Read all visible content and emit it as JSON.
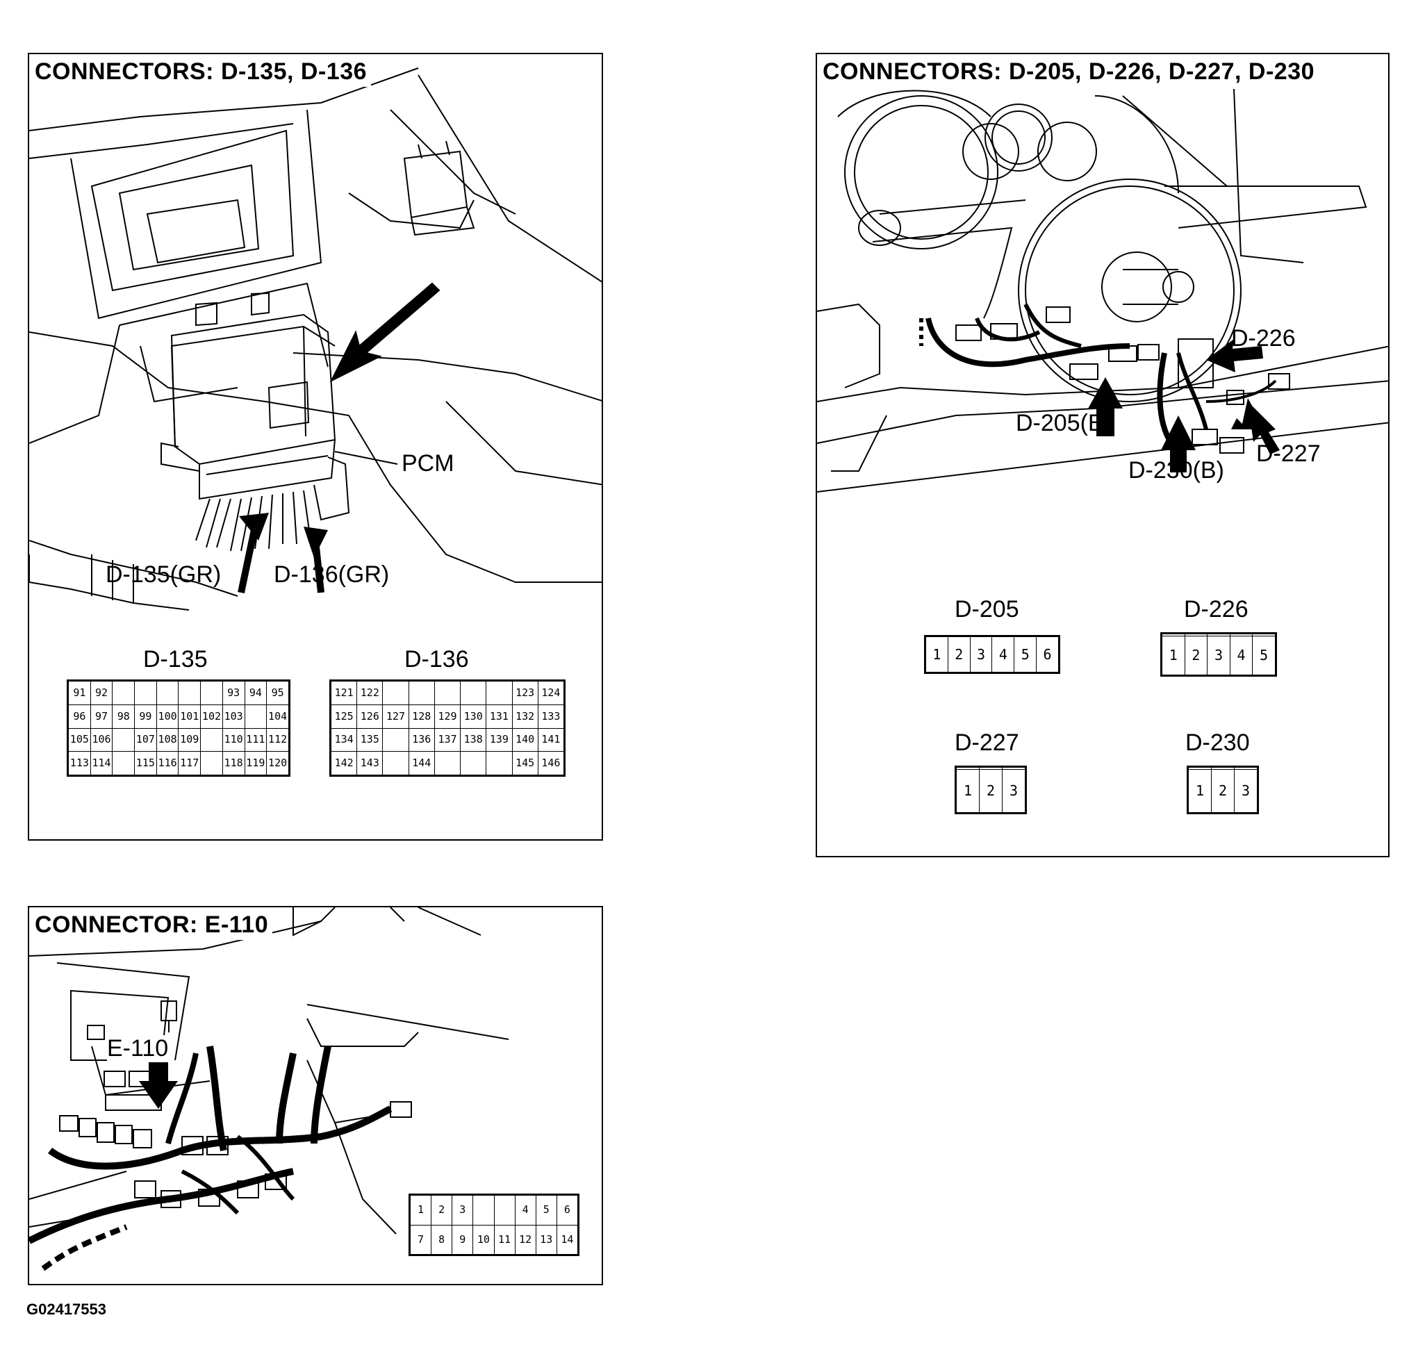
{
  "panels": {
    "pcm": {
      "title": "CONNECTORS: D-135, D-136",
      "labels": {
        "pcm": "PCM",
        "d135": "D-135(GR)",
        "d136": "D-136(GR)"
      },
      "connectors": {
        "d135": {
          "name": "D-135",
          "rows": [
            [
              "91",
              "92",
              "",
              "",
              "",
              "",
              "",
              "93",
              "94",
              "95"
            ],
            [
              "96",
              "97",
              "98",
              "99",
              "100",
              "101",
              "102",
              "103",
              "",
              "104"
            ],
            [
              "105",
              "106",
              "",
              "107",
              "108",
              "109",
              "",
              "110",
              "111",
              "112"
            ],
            [
              "113",
              "114",
              "",
              "115",
              "116",
              "117",
              "",
              "118",
              "119",
              "120"
            ]
          ]
        },
        "d136": {
          "name": "D-136",
          "rows": [
            [
              "121",
              "122",
              "",
              "",
              "",
              "",
              "",
              "123",
              "124"
            ],
            [
              "125",
              "126",
              "127",
              "128",
              "129",
              "130",
              "131",
              "132",
              "133"
            ],
            [
              "134",
              "135",
              "",
              "136",
              "137",
              "138",
              "139",
              "140",
              "141"
            ],
            [
              "142",
              "143",
              "",
              "144",
              "",
              "",
              "",
              "145",
              "146"
            ]
          ]
        }
      }
    },
    "column": {
      "title": "CONNECTORS: D-205, D-226, D-227, D-230",
      "labels": {
        "d226": "D-226",
        "d205": "D-205(B)",
        "d230": "D-230(B)",
        "d227": "D-227"
      },
      "connectors": {
        "d205": {
          "name": "D-205",
          "pins": [
            "1",
            "2",
            "3",
            "4",
            "5",
            "6"
          ]
        },
        "d226": {
          "name": "D-226",
          "pins": [
            "1",
            "2",
            "3",
            "4",
            "5"
          ]
        },
        "d227": {
          "name": "D-227",
          "pins": [
            "1",
            "2",
            "3"
          ]
        },
        "d230": {
          "name": "D-230",
          "pins": [
            "1",
            "2",
            "3"
          ]
        }
      }
    },
    "dash": {
      "title": "CONNECTOR: E-110",
      "labels": {
        "e110": "E-110"
      },
      "connector": {
        "rows": [
          [
            "1",
            "2",
            "3",
            "",
            "",
            "4",
            "5",
            "6"
          ],
          [
            "7",
            "8",
            "9",
            "10",
            "11",
            "12",
            "13",
            "14"
          ]
        ]
      }
    }
  },
  "figure_id": "G02417553"
}
